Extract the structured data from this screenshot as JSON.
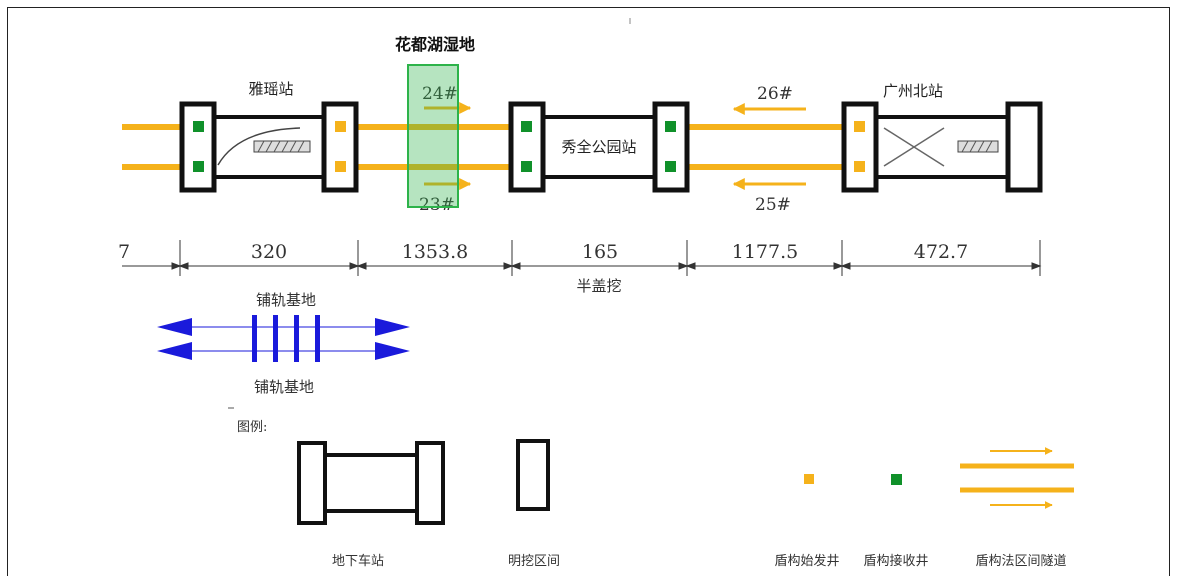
{
  "highlight": {
    "label": "花都湖湿地",
    "color": "#2db34a"
  },
  "stations": {
    "yayao": "雅瑶站",
    "xiuquan": "秀全公园站",
    "guangzhou_north": "广州北站"
  },
  "tunnels": {
    "t24": "24#",
    "t23": "23#",
    "t26": "26#",
    "t25": "25#"
  },
  "dimensions": {
    "cut_left": "7",
    "d1": "320",
    "d2": "1353.8",
    "d3": "165",
    "d4": "1177.5",
    "d5": "472.7",
    "d3_note": "半盖挖"
  },
  "track_base": {
    "label_top": "铺轨基地",
    "label_bottom": "铺轨基地",
    "color": "#1a1adb"
  },
  "legend": {
    "title": "图例:",
    "underground_station": "地下车站",
    "open_cut": "明挖区间",
    "shield_launch": "盾构始发井",
    "shield_receive": "盾构接收井",
    "shield_tunnel": "盾构法区间隧道"
  },
  "colors": {
    "track": "#f5b21b",
    "launch_shaft": "#f5b21b",
    "receive_shaft": "#10912a",
    "outline": "#111111"
  }
}
